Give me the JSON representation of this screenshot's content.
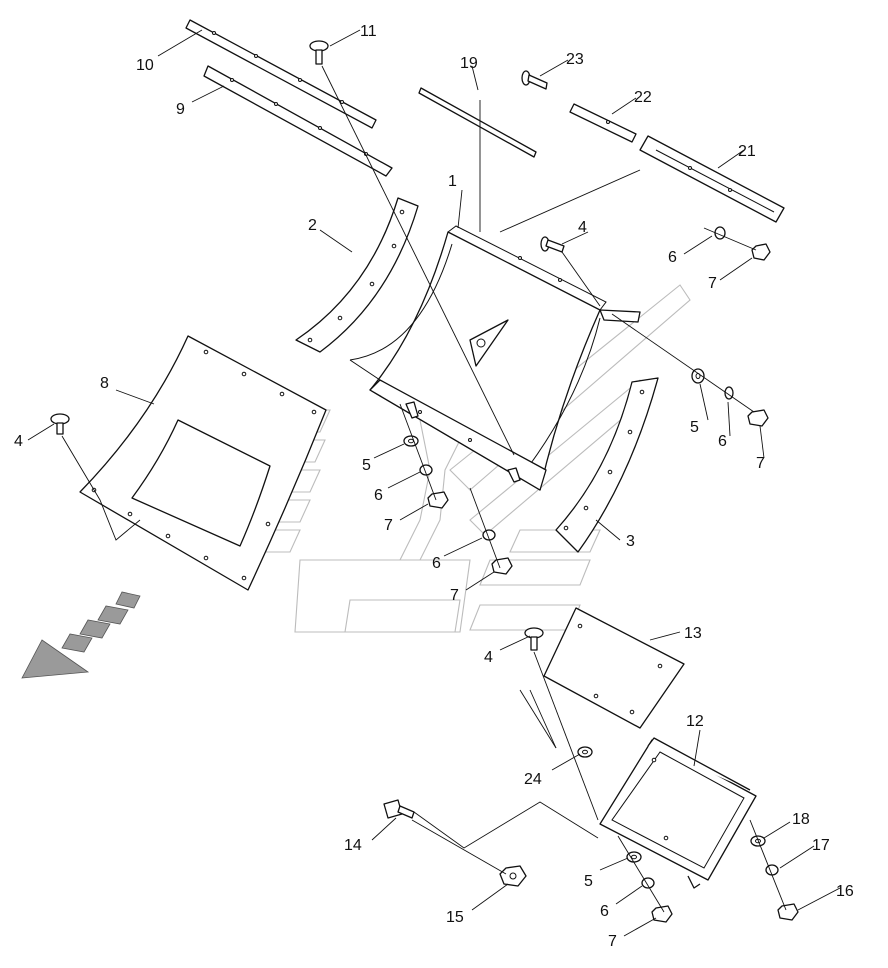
{
  "callouts": [
    "1",
    "2",
    "3",
    "4",
    "5",
    "6",
    "7",
    "8",
    "9",
    "10",
    "11",
    "12",
    "13",
    "14",
    "15",
    "16",
    "17",
    "18",
    "19",
    "21",
    "22",
    "23",
    "24"
  ],
  "labels": {
    "l1": "1",
    "l2": "2",
    "l3": "3",
    "l4a": "4",
    "l4b": "4",
    "l4c": "4",
    "l5a": "5",
    "l5b": "5",
    "l5c": "5",
    "l6a": "6",
    "l6b": "6",
    "l6c": "6",
    "l6d": "6",
    "l6e": "6",
    "l7a": "7",
    "l7b": "7",
    "l7c": "7",
    "l7d": "7",
    "l7e": "7",
    "l8": "8",
    "l9": "9",
    "l10": "10",
    "l11": "11",
    "l12": "12",
    "l13": "13",
    "l14": "14",
    "l15": "15",
    "l16": "16",
    "l17": "17",
    "l18": "18",
    "l19": "19",
    "l21": "21",
    "l22": "22",
    "l23": "23",
    "l24": "24"
  },
  "colors": {
    "line": "#111111",
    "watermark": "#bcbcbc",
    "arrow_fill": "#9a9a9a"
  },
  "icons": {
    "direction": "forward-direction-arrow-icon"
  }
}
